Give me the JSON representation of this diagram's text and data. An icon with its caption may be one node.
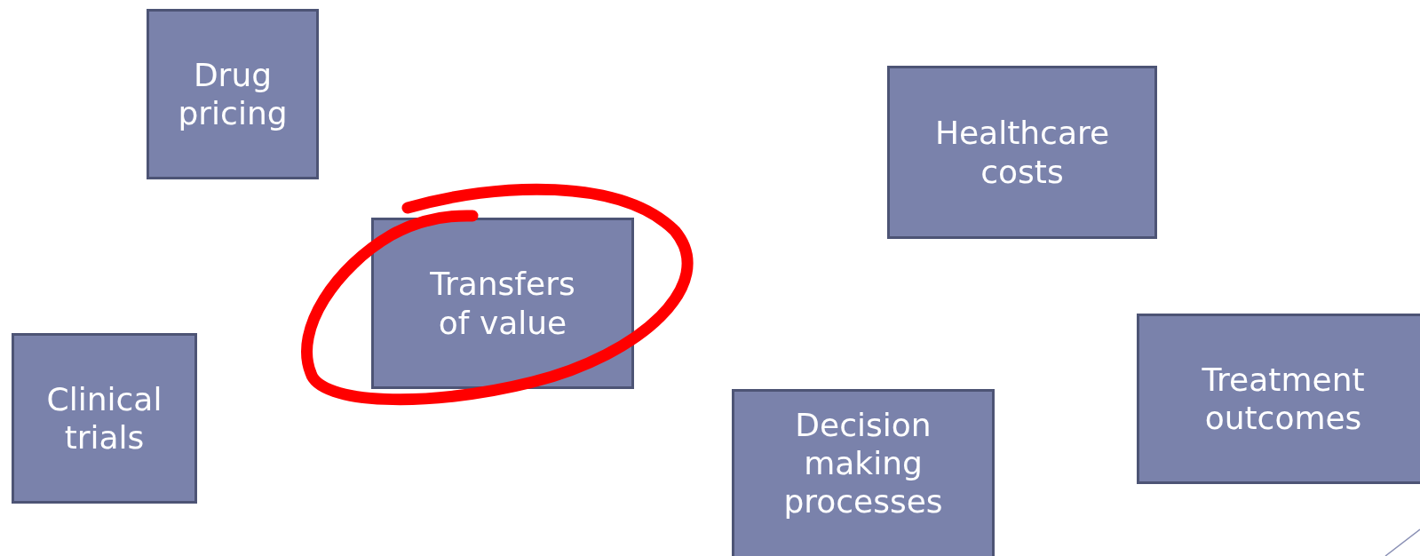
{
  "diagram": {
    "nodes": [
      {
        "text": [
          "Drug pricing"
        ]
      },
      {
        "text": [
          "Healthcare costs"
        ]
      },
      {
        "text": [
          "Transfers of value"
        ]
      },
      {
        "text": [
          "Treatment outcomes"
        ]
      },
      {
        "text": [
          "Clinical trials"
        ]
      },
      {
        "text": [
          "Decision making processes"
        ]
      }
    ]
  }
}
